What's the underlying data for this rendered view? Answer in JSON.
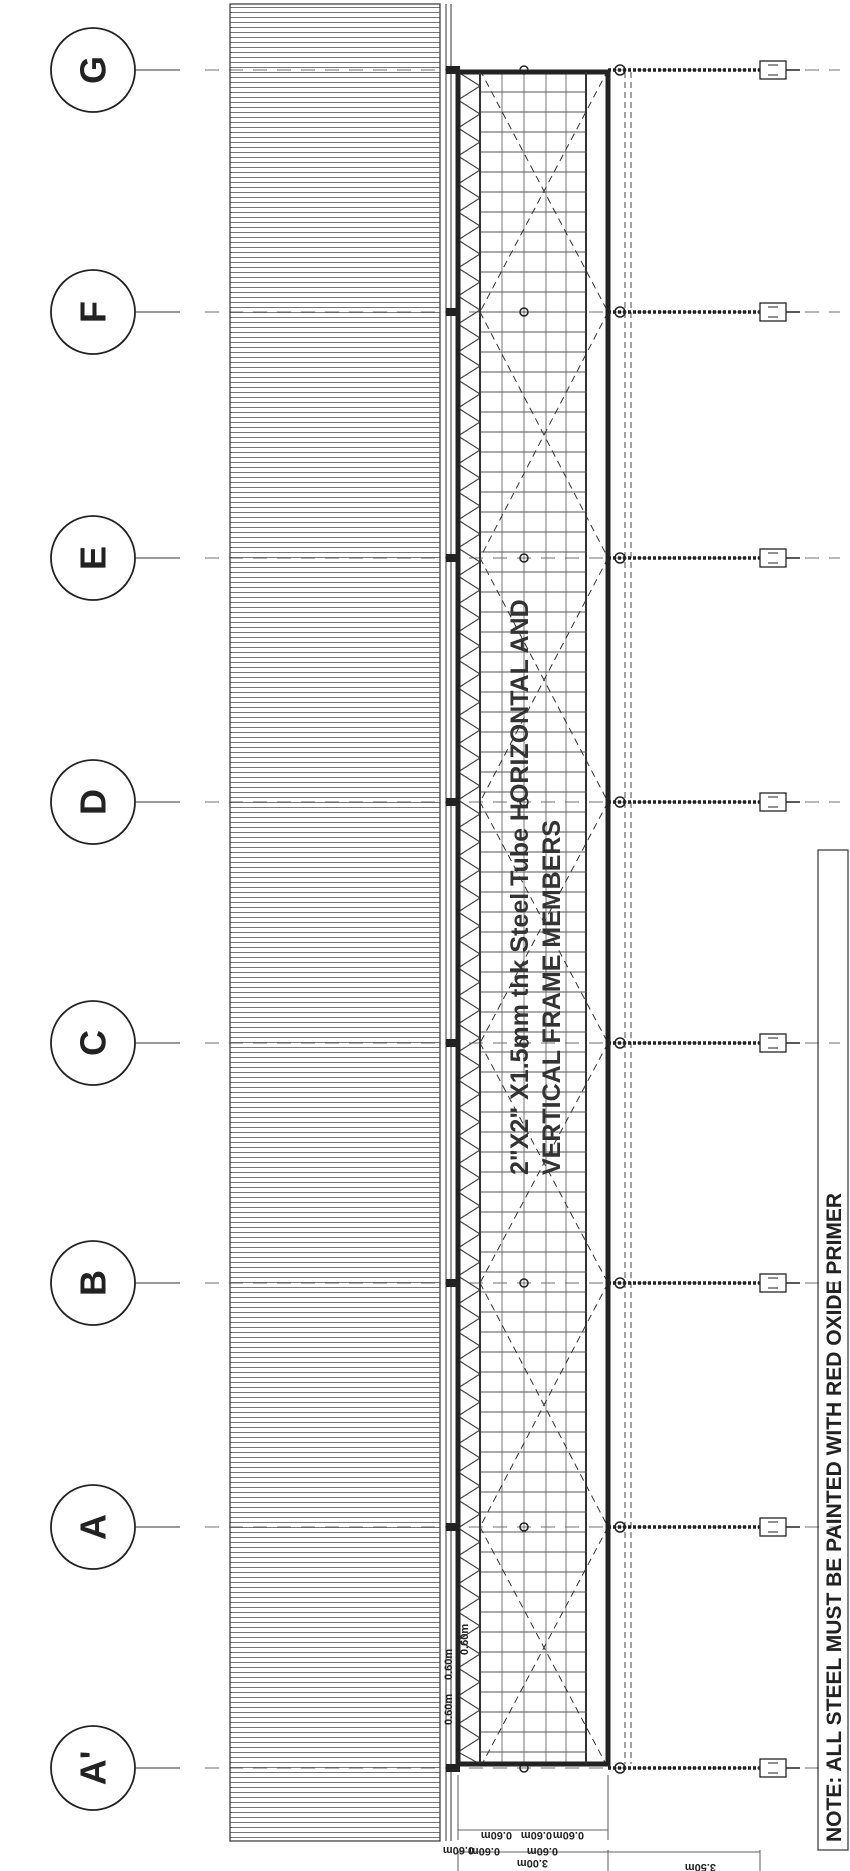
{
  "grid_lines": [
    {
      "label": "G"
    },
    {
      "label": "F"
    },
    {
      "label": "E"
    },
    {
      "label": "D"
    },
    {
      "label": "C"
    },
    {
      "label": "B"
    },
    {
      "label": "A"
    },
    {
      "label": "A'"
    }
  ],
  "member_label": {
    "line1": "2\"X2\" X1.5mm thk Steel Tube HORIZONTAL AND",
    "line2": "VERTICAL FRAME MEMBERS"
  },
  "note": "NOTE: ALL STEEL MUST BE PAINTED WITH RED OXIDE PRIMER",
  "dimensions": {
    "small_a": "0.60m",
    "small_b": "0.60m",
    "small_c": "0.60m",
    "small_d": "0.60m",
    "small_e": "0.60m",
    "small_f": "0.60m",
    "top_a": "0.60m",
    "top_b": "0.60m",
    "top_c": "0.60m",
    "total_frame": "3.00m",
    "total_overall": "3.50m"
  }
}
